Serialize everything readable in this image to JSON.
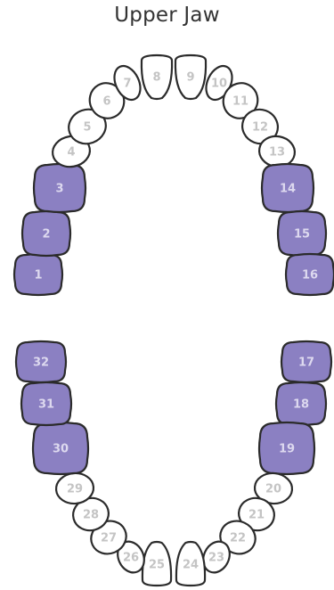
{
  "title": "Upper Jaw",
  "colors": {
    "selected_fill": "#8b80c2",
    "unselected_fill": "#ffffff",
    "outline": "#2b2b2b",
    "selected_label": "#ddd9ef",
    "unselected_label": "#c4c4c4"
  },
  "teeth": [
    {
      "number": "1",
      "selected": true
    },
    {
      "number": "2",
      "selected": true
    },
    {
      "number": "3",
      "selected": true
    },
    {
      "number": "4",
      "selected": false
    },
    {
      "number": "5",
      "selected": false
    },
    {
      "number": "6",
      "selected": false
    },
    {
      "number": "7",
      "selected": false
    },
    {
      "number": "8",
      "selected": false
    },
    {
      "number": "9",
      "selected": false
    },
    {
      "number": "10",
      "selected": false
    },
    {
      "number": "11",
      "selected": false
    },
    {
      "number": "12",
      "selected": false
    },
    {
      "number": "13",
      "selected": false
    },
    {
      "number": "14",
      "selected": true
    },
    {
      "number": "15",
      "selected": true
    },
    {
      "number": "16",
      "selected": true
    },
    {
      "number": "17",
      "selected": true
    },
    {
      "number": "18",
      "selected": true
    },
    {
      "number": "19",
      "selected": true
    },
    {
      "number": "20",
      "selected": false
    },
    {
      "number": "21",
      "selected": false
    },
    {
      "number": "22",
      "selected": false
    },
    {
      "number": "23",
      "selected": false
    },
    {
      "number": "24",
      "selected": false
    },
    {
      "number": "25",
      "selected": false
    },
    {
      "number": "26",
      "selected": false
    },
    {
      "number": "27",
      "selected": false
    },
    {
      "number": "28",
      "selected": false
    },
    {
      "number": "29",
      "selected": false
    },
    {
      "number": "30",
      "selected": true
    },
    {
      "number": "31",
      "selected": true
    },
    {
      "number": "32",
      "selected": true
    }
  ]
}
